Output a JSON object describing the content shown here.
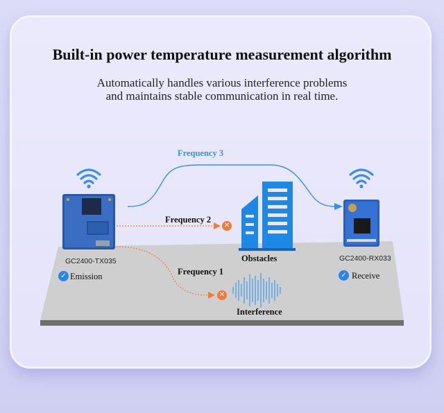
{
  "header": {
    "title": "Built-in power temperature measurement algorithm",
    "subtitle_line1": "Automatically handles various interference problems",
    "subtitle_line2": "and maintains stable communication in real time."
  },
  "transmitter": {
    "model": "GC2400-TX035",
    "role": "Emission"
  },
  "receiver": {
    "model": "GC2400-RX033",
    "role": "Receive"
  },
  "paths": {
    "frequency_3": "Frequency 3",
    "frequency_2": "Frequency 2",
    "frequency_1": "Frequency 1"
  },
  "obstacles_label": "Obstacles",
  "interference_label": "Interference",
  "colors": {
    "accent_blue": "#3a8ee6",
    "building_blue": "#1e88e5",
    "orange": "#f47a3a",
    "board_blue": "#2a56a8"
  },
  "icons": [
    "wifi-icon",
    "check-icon",
    "blocked-icon",
    "building-icon",
    "waveform-icon"
  ]
}
